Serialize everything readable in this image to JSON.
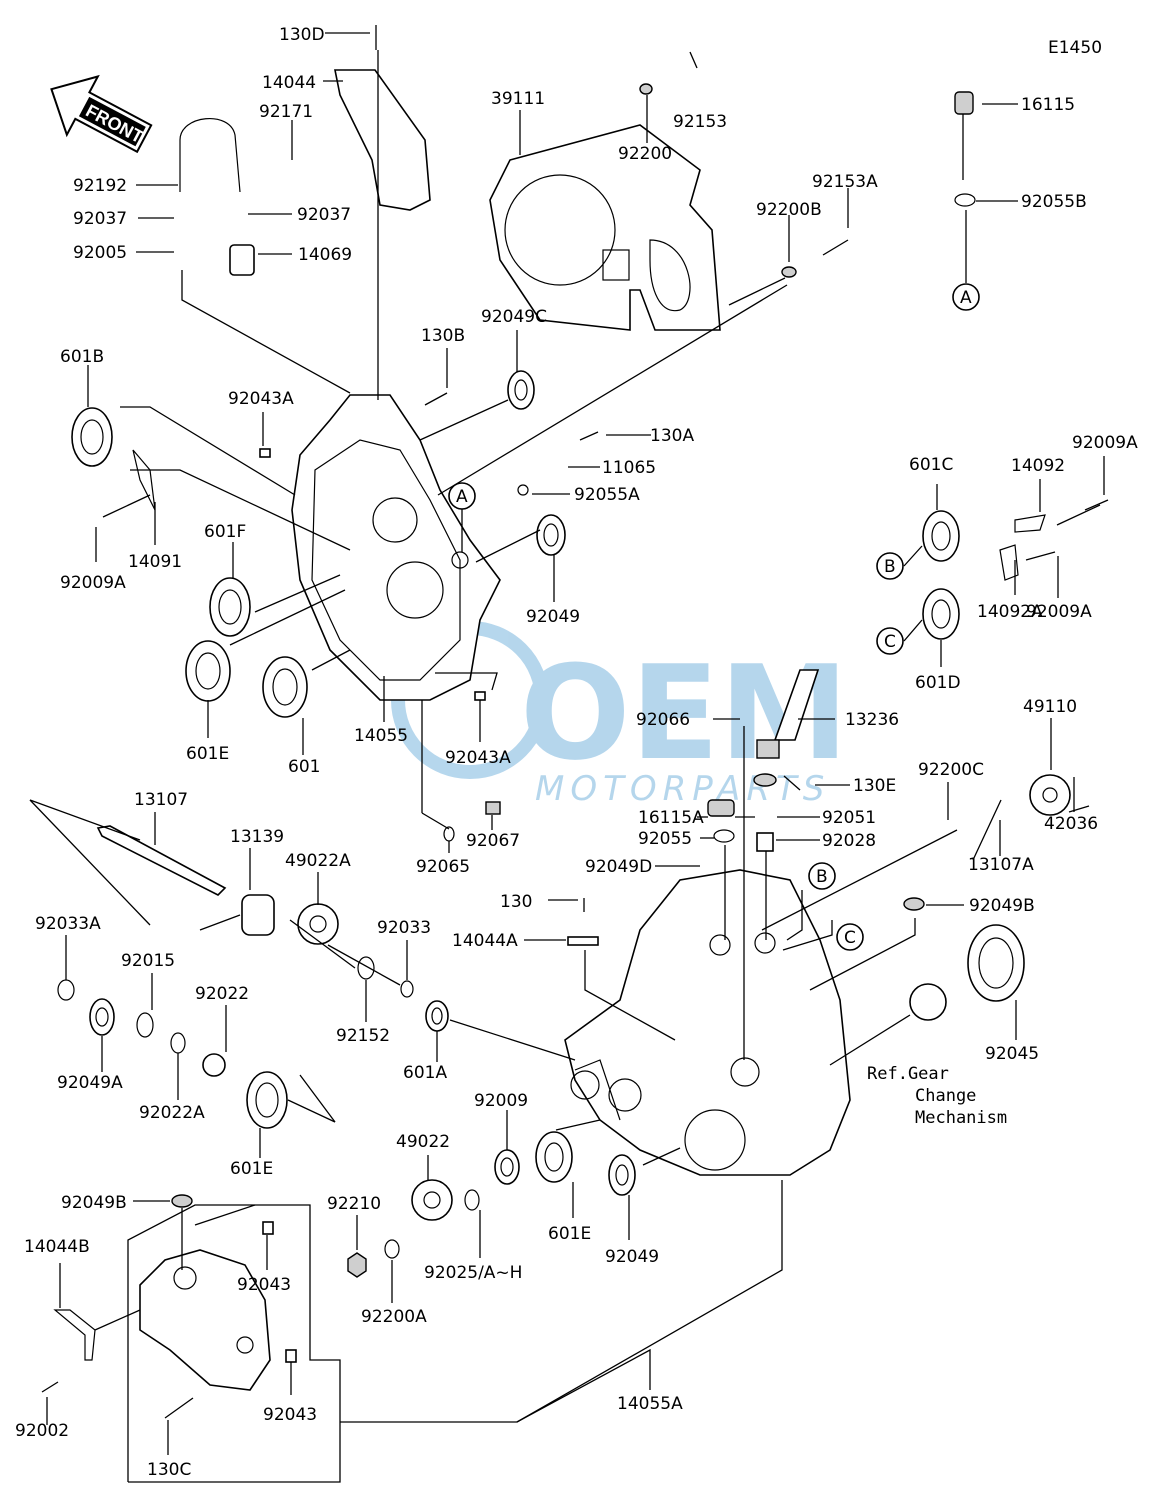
{
  "diagram_code": "E1450",
  "front_label": "FRONT",
  "watermark": {
    "brand": "OEM",
    "sub": "MOTORPARTS",
    "color": "#2e8bcb"
  },
  "ref_note": [
    "Ref.Gear",
    "Change",
    "Mechanism"
  ],
  "markers": [
    "A",
    "B",
    "C"
  ],
  "labels": {
    "l130D": "130D",
    "l14044": "14044",
    "l92171": "92171",
    "l92192": "92192",
    "l92037a": "92037",
    "l92037b": "92037",
    "l92005": "92005",
    "l14069": "14069",
    "l39111": "39111",
    "l92200": "92200",
    "l92153": "92153",
    "l92153A": "92153A",
    "l92200B": "92200B",
    "l16115": "16115",
    "l92055B": "92055B",
    "l601B": "601B",
    "l92043A": "92043A",
    "l130B": "130B",
    "l92049C": "92049C",
    "l130A": "130A",
    "l11065": "11065",
    "l92055A": "92055A",
    "l92009A_1": "92009A",
    "l14091": "14091",
    "l601F": "601F",
    "l92049a": "92049",
    "l601E_1": "601E",
    "l601": "601",
    "l14055": "14055",
    "l92043A_2": "92043A",
    "l601C": "601C",
    "l14092": "14092",
    "l92009A_2": "92009A",
    "l14092A": "14092A",
    "l92009A_3": "92009A",
    "l601D": "601D",
    "l92066": "92066",
    "l13236": "13236",
    "l49110": "49110",
    "l130E": "130E",
    "l92200C": "92200C",
    "l16115A": "16115A",
    "l92051": "92051",
    "l42036": "42036",
    "l92055": "92055",
    "l92028": "92028",
    "l13107A": "13107A",
    "l92049D": "92049D",
    "l13107": "13107",
    "l13139": "13139",
    "l49022A": "49022A",
    "l92065": "92065",
    "l92067": "92067",
    "l92033A": "92033A",
    "l92033": "92033",
    "l130": "130",
    "l92049B_1": "92049B",
    "l14044A": "14044A",
    "l92015": "92015",
    "l92022": "92022",
    "l92152": "92152",
    "l92045": "92045",
    "l92049A": "92049A",
    "l601A": "601A",
    "l92022A": "92022A",
    "l92009": "92009",
    "l601E_2": "601E",
    "l49022": "49022",
    "l92049B_2": "92049B",
    "l92210": "92210",
    "l601E_3": "601E",
    "l92049b": "92049",
    "l14044B": "14044B",
    "l92043_1": "92043",
    "l92025": "92025/A~H",
    "l92200A": "92200A",
    "l92002": "92002",
    "l92043_2": "92043",
    "l14055A": "14055A",
    "l130C": "130C"
  }
}
